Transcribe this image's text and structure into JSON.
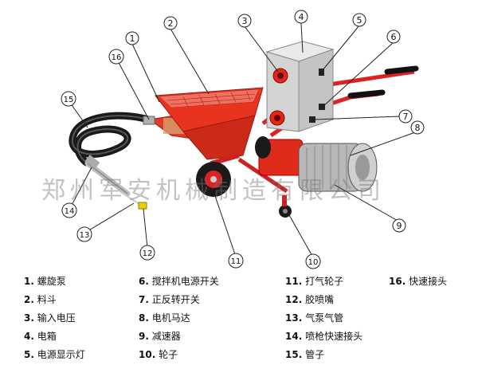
{
  "watermark": "郑州军安机械制造有限公司",
  "callouts": [
    "1",
    "2",
    "3",
    "4",
    "5",
    "6",
    "7",
    "8",
    "9",
    "10",
    "11",
    "12",
    "13",
    "14",
    "15",
    "16"
  ],
  "legend": [
    {
      "num": "1.",
      "label": "螺旋泵"
    },
    {
      "num": "2.",
      "label": "料斗"
    },
    {
      "num": "3.",
      "label": "输入电压"
    },
    {
      "num": "4.",
      "label": "电箱"
    },
    {
      "num": "5.",
      "label": "电源显示灯"
    },
    {
      "num": "6.",
      "label": "搅拌机电源开关"
    },
    {
      "num": "7.",
      "label": "正反转开关"
    },
    {
      "num": "8.",
      "label": "电机马达"
    },
    {
      "num": "9.",
      "label": "减速器"
    },
    {
      "num": "10.",
      "label": "轮子"
    },
    {
      "num": "11.",
      "label": "打气轮子"
    },
    {
      "num": "12.",
      "label": "胶喷嘴"
    },
    {
      "num": "13.",
      "label": "气泵气管"
    },
    {
      "num": "14.",
      "label": "喷枪快速接头"
    },
    {
      "num": "15.",
      "label": "管子"
    },
    {
      "num": "16.",
      "label": "快速接头"
    }
  ]
}
